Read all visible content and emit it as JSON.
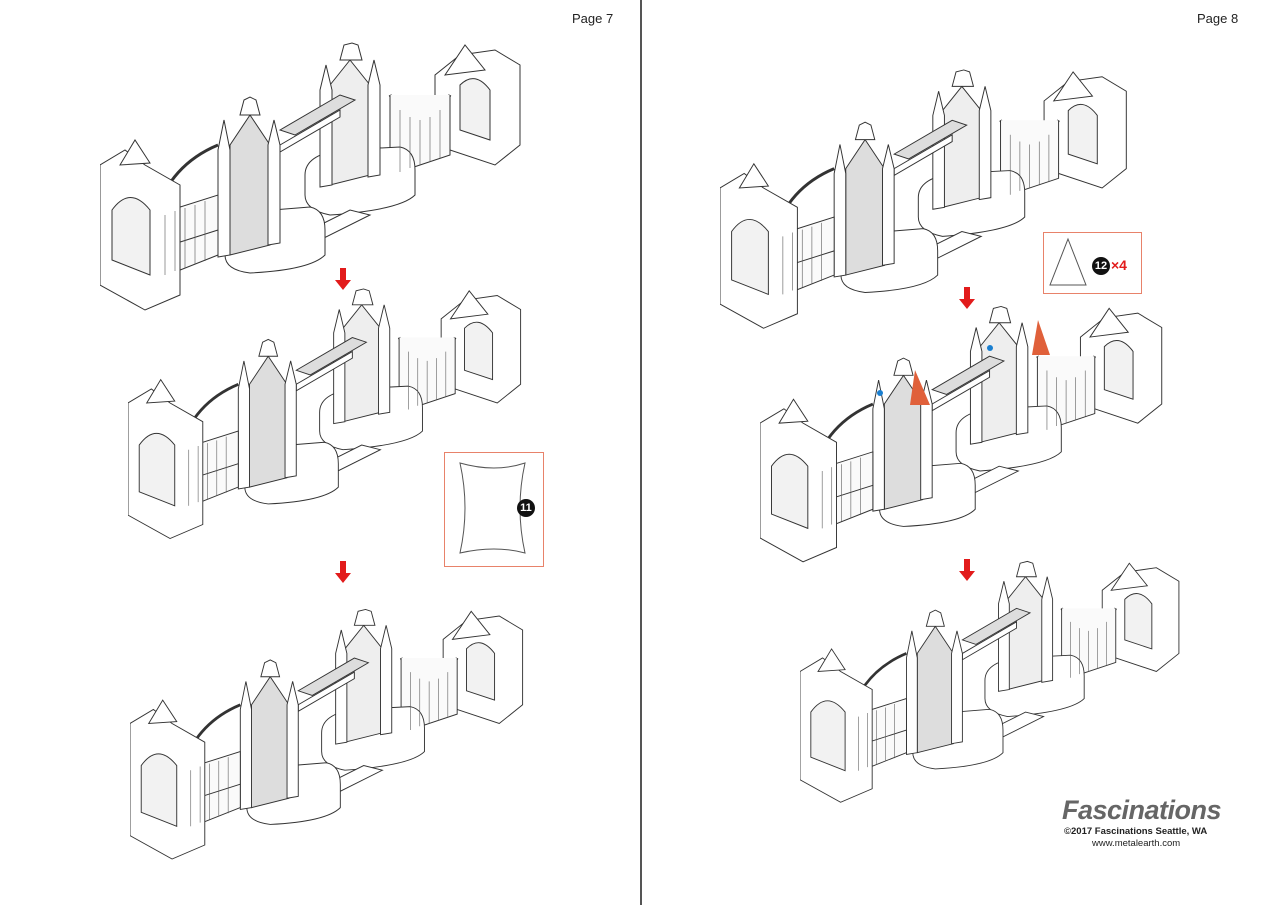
{
  "pages": [
    {
      "label": "Page 7",
      "steps": [
        {
          "part_number": "11"
        }
      ]
    },
    {
      "label": "Page 8",
      "steps": [
        {
          "part_number": "12",
          "quantity": "×4"
        }
      ]
    }
  ],
  "watermark": "FASCINATIONS",
  "footer": {
    "brand": "Fascinations",
    "copyright": "©2017 Fascinations Seattle, WA",
    "website": "www.metalearth.com"
  },
  "colors": {
    "arrow": "#e21b1b",
    "callout_border": "#e8826a",
    "highlight_part": "#e0603a",
    "glue_dot": "#1a7fd0",
    "tab_marker": "#a6d12a"
  }
}
